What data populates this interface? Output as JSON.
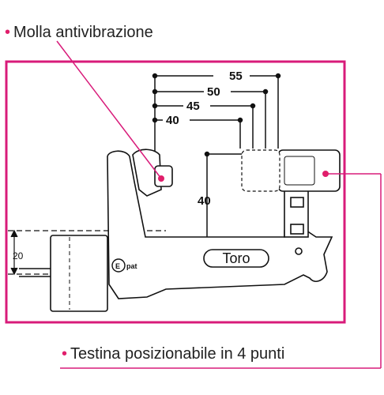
{
  "callouts": {
    "top": "Molla antivibrazione",
    "bottom": "Testina posizionabile in 4 punti"
  },
  "dimensions": {
    "d55": "55",
    "d50": "50",
    "d45": "45",
    "d40_top": "40",
    "d40_vertical": "40",
    "d20": "20"
  },
  "product_label": "Toro",
  "logo_text": "pat",
  "colors": {
    "frame": "#d81b7a",
    "callout_dot": "#e01e6b"
  }
}
